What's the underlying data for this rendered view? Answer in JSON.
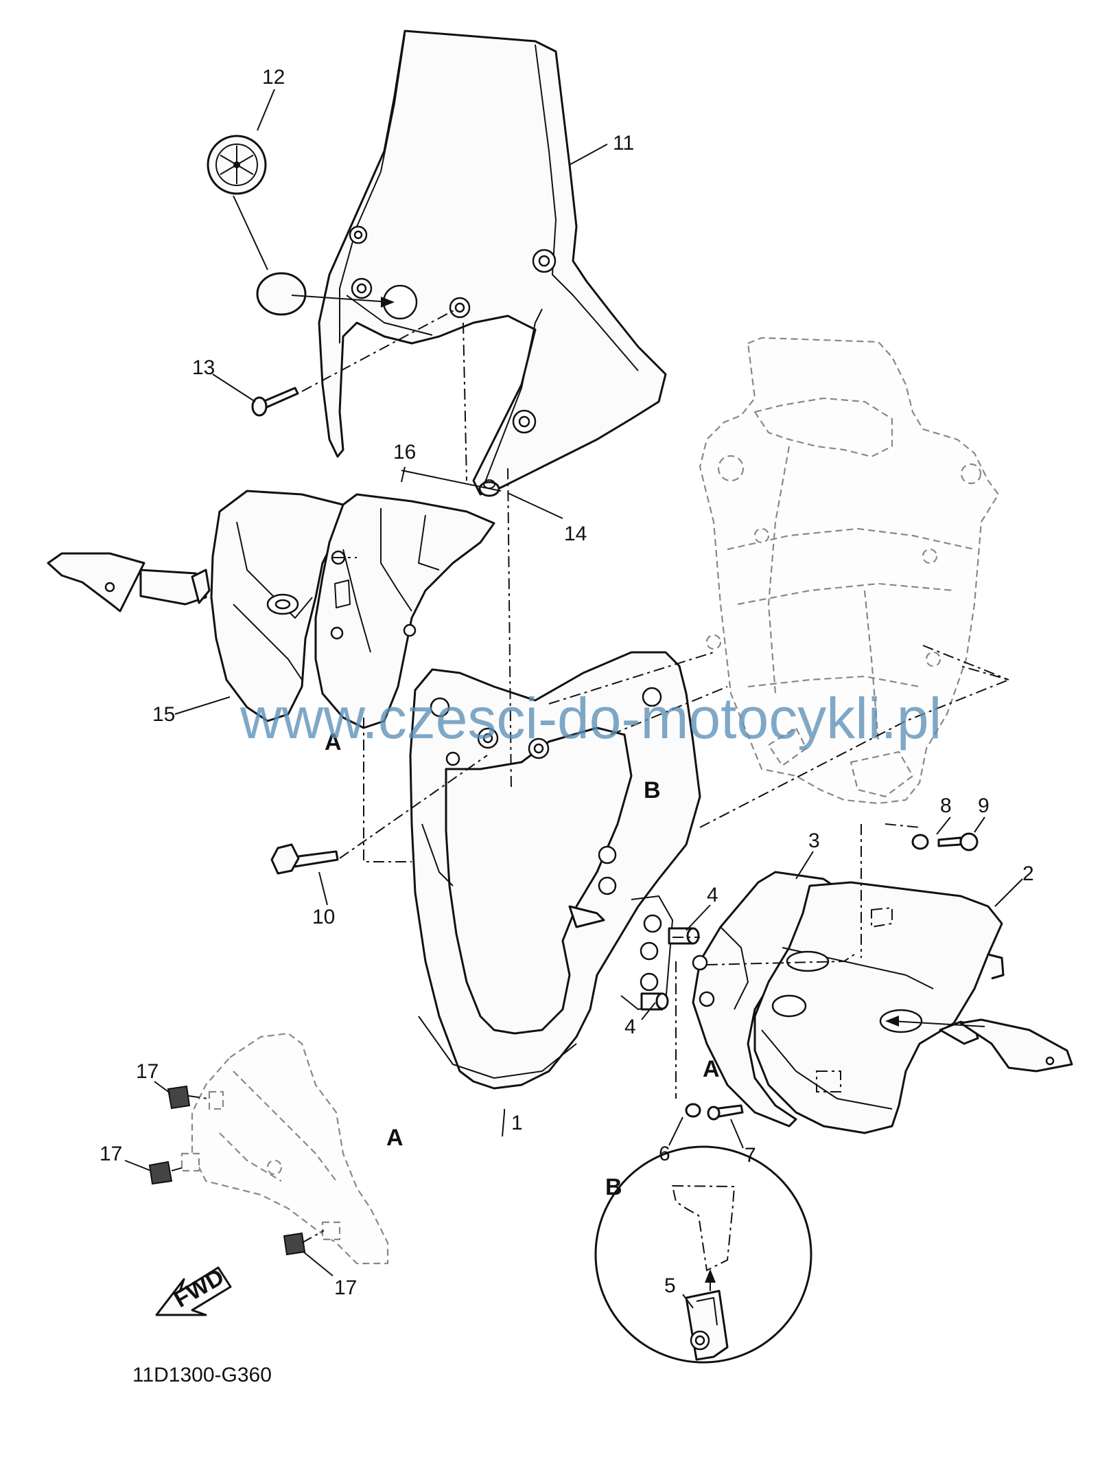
{
  "watermark": "www.czesci-do-motocykli.pl",
  "diagram_code": "11D1300-G360",
  "fwd_label": "FWD",
  "callouts": {
    "c1": "1",
    "c2": "2",
    "c3": "3",
    "c4a": "4",
    "c4b": "4",
    "c5": "5",
    "c6": "6",
    "c7": "7",
    "c8": "8",
    "c9": "9",
    "c10": "10",
    "c11": "11",
    "c12": "12",
    "c13": "13",
    "c14": "14",
    "c15": "15",
    "c16": "16",
    "c17a": "17",
    "c17b": "17",
    "c17c": "17"
  },
  "views": {
    "a_left": "A",
    "a_right": "A",
    "a_detail": "A",
    "b_ref": "B",
    "b_detail": "B"
  }
}
